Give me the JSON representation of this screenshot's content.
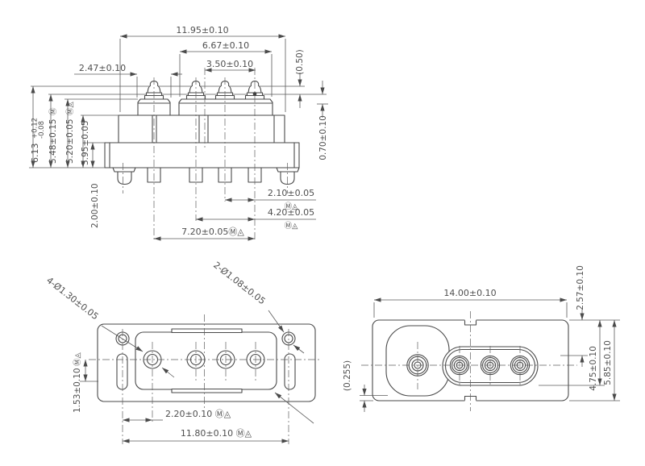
{
  "front": {
    "w_total": "11.95±0.10",
    "w_group": "6.67±0.10",
    "w_pins": "3.50±0.10",
    "w_block": "2.47±0.10",
    "h_tip_ref": "(0.50)",
    "h_tip": "0.70±0.10",
    "h_total": "6.13",
    "h_total_plus": "+0.12",
    "h_total_minus": "-0.08",
    "h_body": "5.48±0.15",
    "h_body_sym": "Ⓜ",
    "h_mid": "5.20±0.05",
    "h_mid_sym": "Ⓜ◬",
    "h_low": "3.95±0.05",
    "h_leg": "2.00±0.10",
    "pitch_1": "2.10±0.05",
    "pitch_1_sym": "Ⓜ◬",
    "pitch_2": "4.20±0.05",
    "pitch_2_sym": "Ⓜ◬",
    "pitch_3": "7.20±0.05Ⓜ◬"
  },
  "top": {
    "callout_pins": "4-Ø1.30±0.05",
    "callout_holes": "2-Ø1.08±0.05",
    "d_offset": "1.53±0.10",
    "d_offset_sym": "Ⓜ◬",
    "d_pin": "2.20±0.10 Ⓜ◬",
    "d_holes": "11.80±0.10 Ⓜ◬"
  },
  "bottom": {
    "w_total": "14.00±0.10",
    "h_top": "2.57±0.10",
    "h_mid": "4.75±0.10",
    "h_total": "5.85±0.10",
    "h_ref": "(0.255)"
  }
}
